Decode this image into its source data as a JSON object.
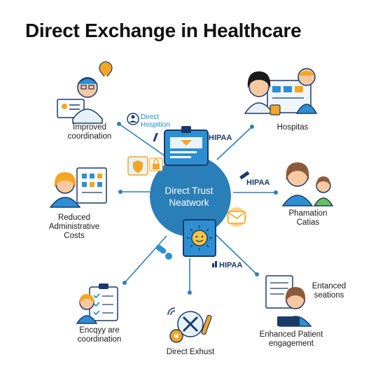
{
  "title": "Direct Exchange in Healthcare",
  "hub": {
    "line1": "Direct Trust",
    "line2": "Neatwork"
  },
  "tag": {
    "line1": "Direct",
    "line2": "Hospition"
  },
  "hipaa": [
    "HIPAA",
    "HIPAA",
    "HIPAA"
  ],
  "nodes": {
    "improved": {
      "lines": [
        "Improved",
        "coordination"
      ],
      "icon": "doctor-with-chart-icon"
    },
    "hospitals": {
      "lines": [
        "Hospitas"
      ],
      "icon": "hospital-staff-monitor-icon"
    },
    "reduced": {
      "lines": [
        "Reduced",
        "Administrative",
        "Costs"
      ],
      "icon": "admin-worker-dashboard-icon"
    },
    "pharmacy": {
      "lines": [
        "Phamation",
        "Catias"
      ],
      "icon": "parent-child-icon"
    },
    "encryy": {
      "lines": [
        "Encqyy are",
        "coordination"
      ],
      "icon": "clipboard-checklist-icon"
    },
    "exhust": {
      "lines": [
        "Direct Exhust"
      ],
      "icon": "gears-tools-icon"
    },
    "enhanced_sections": {
      "lines": [
        "Entanced",
        "seations"
      ]
    },
    "engagement": {
      "lines": [
        "Enhanced Patient",
        "engagement"
      ],
      "icon": "patient-laptop-icon"
    }
  },
  "colors": {
    "hub": "#2b7fb8",
    "line": "#2f7fb6",
    "accent_orange": "#f5a623",
    "navy": "#1a3a6b",
    "tag_blue": "#1a8fd0"
  }
}
